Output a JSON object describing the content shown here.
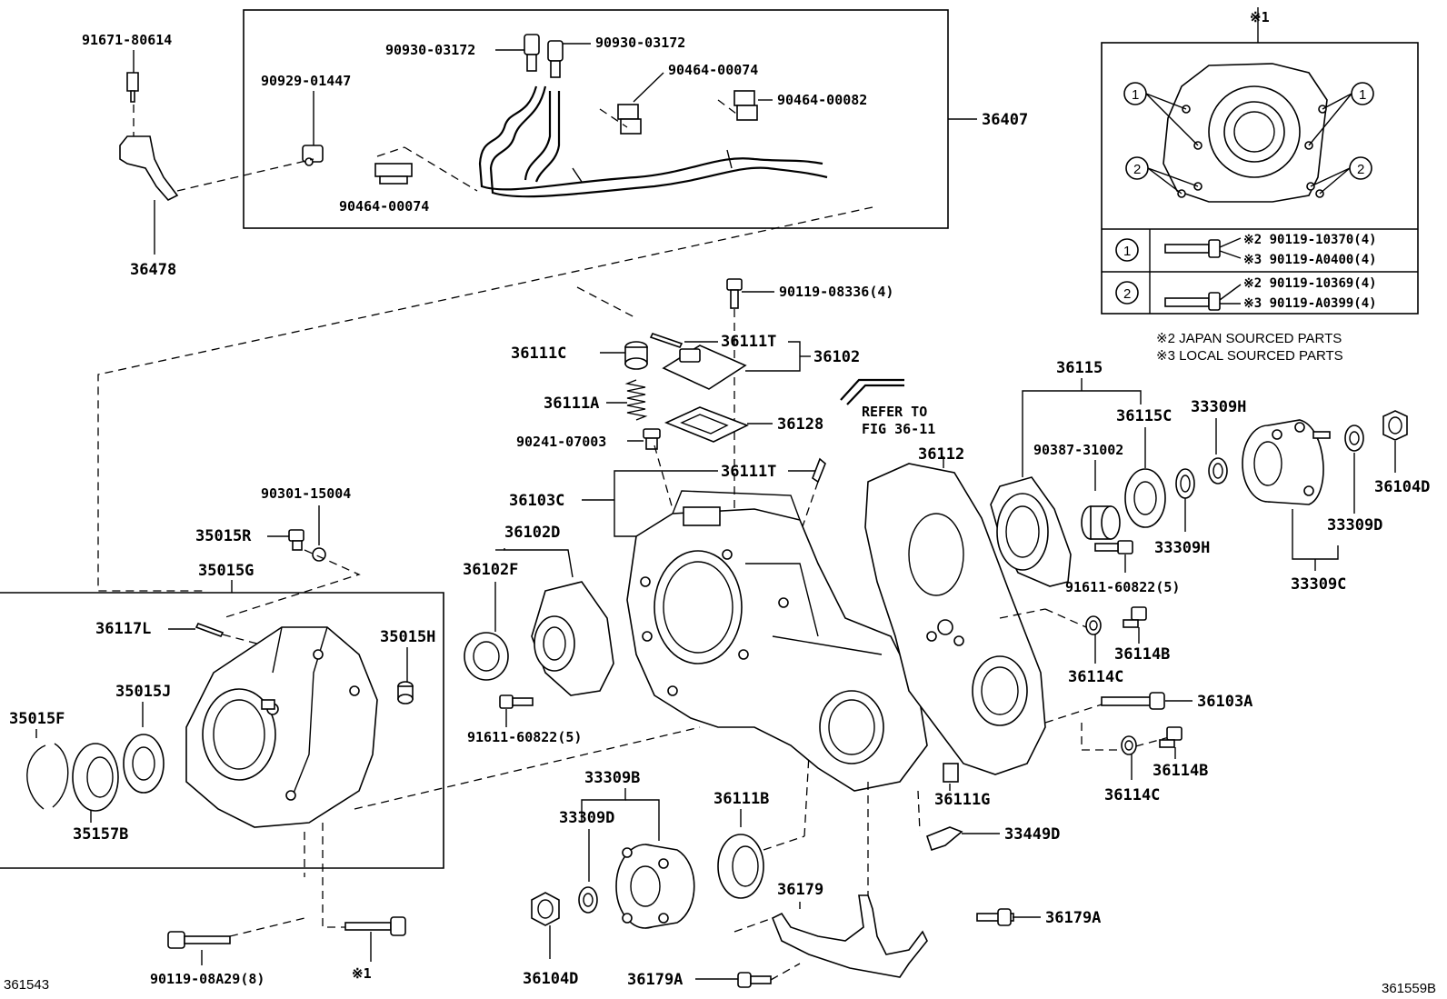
{
  "diagram": {
    "figure_id_left": "361543",
    "figure_id_right": "361559B",
    "callouts": {
      "c_91671_80614": "91671-80614",
      "c_36478": "36478",
      "c_90930_03172_a": "90930-03172",
      "c_90930_03172_b": "90930-03172",
      "c_90929_01447": "90929-01447",
      "c_90464_00074_a": "90464-00074",
      "c_90464_00082": "90464-00082",
      "c_90464_00074_b": "90464-00074",
      "c_36407": "36407",
      "c_90119_08336": "90119-08336(4)",
      "c_36111T_a": "36111T",
      "c_36102": "36102",
      "c_36111C": "36111C",
      "c_36111A": "36111A",
      "c_36128": "36128",
      "c_90241_07003": "90241-07003",
      "c_refer_1": "REFER TO",
      "c_refer_2": "FIG 36-11",
      "c_36111T_b": "36111T",
      "c_36103C": "36103C",
      "c_36112": "36112",
      "c_36102D": "36102D",
      "c_36102F": "36102F",
      "c_90301_15004": "90301-15004",
      "c_35015R": "35015R",
      "c_35015G": "35015G",
      "c_36117L": "36117L",
      "c_35015H": "35015H",
      "c_35015J": "35015J",
      "c_35015F": "35015F",
      "c_35157B": "35157B",
      "c_91611_60822_a": "91611-60822(5)",
      "c_33309B": "33309B",
      "c_33309D_a": "33309D",
      "c_36111B": "36111B",
      "c_36111G": "36111G",
      "c_33449D": "33449D",
      "c_36179": "36179",
      "c_36179A_a": "36179A",
      "c_36179A_b": "36179A",
      "c_36104D_a": "36104D",
      "c_90119_08A29": "90119-08A29(8)",
      "c_ref1_bottom": "※1",
      "c_36115": "36115",
      "c_36115C": "36115C",
      "c_33309H_a": "33309H",
      "c_90387_31002": "90387-31002",
      "c_33309H_b": "33309H",
      "c_36104D_b": "36104D",
      "c_33309D_b": "33309D",
      "c_33309C": "33309C",
      "c_91611_60822_b": "91611-60822(5)",
      "c_36114C_a": "36114C",
      "c_36114B_a": "36114B",
      "c_36103A": "36103A",
      "c_36114B_b": "36114B",
      "c_36114C_b": "36114C"
    },
    "inset": {
      "ref_mark": "※1",
      "marker_1": "1",
      "marker_2": "2",
      "row1": {
        "num": "1",
        "line1": "※2 90119-10370(4)",
        "line2": "※3 90119-A0400(4)"
      },
      "row2": {
        "num": "2",
        "line1": "※2 90119-10369(4)",
        "line2": "※3 90119-A0399(4)"
      },
      "note_japan": "※2 JAPAN SOURCED PARTS",
      "note_local": "※3 LOCAL SOURCED PARTS"
    }
  }
}
